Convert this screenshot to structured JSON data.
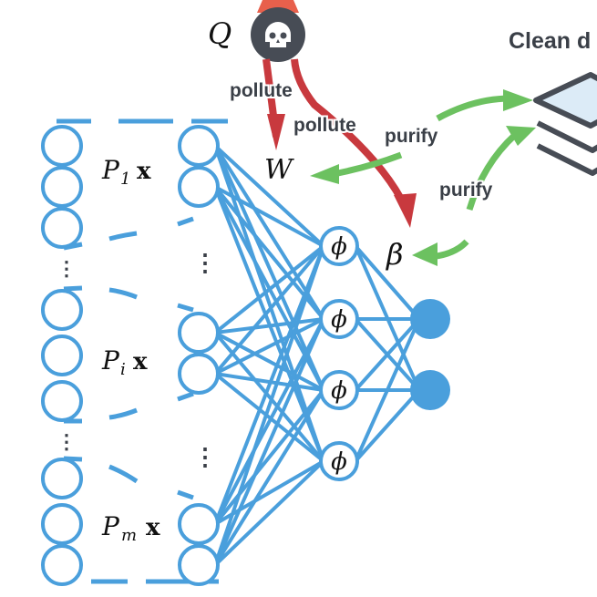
{
  "labels": {
    "q": "Q",
    "w": "W",
    "beta": "β",
    "phi": "ϕ",
    "pollute_1": "pollute",
    "pollute_2": "pollute",
    "purify_1": "purify",
    "purify_2": "purify",
    "clean": "Clean d",
    "p1": "P",
    "p1_sub": "1",
    "pi": "P",
    "pi_sub": "i",
    "pm": "P",
    "pm_sub": "m",
    "x": "x",
    "dots": "⋮"
  },
  "icons": {
    "attacker": "skull-icon",
    "dataset": "layers-stack-icon"
  },
  "colors": {
    "network": "#4a9fdc",
    "pollute": "#c8393e",
    "purify": "#6cc160",
    "icon_dark": "#474c55",
    "dataset_fill": "#dcebf7"
  },
  "network": {
    "hidden_units": 4,
    "output_units": 2
  }
}
